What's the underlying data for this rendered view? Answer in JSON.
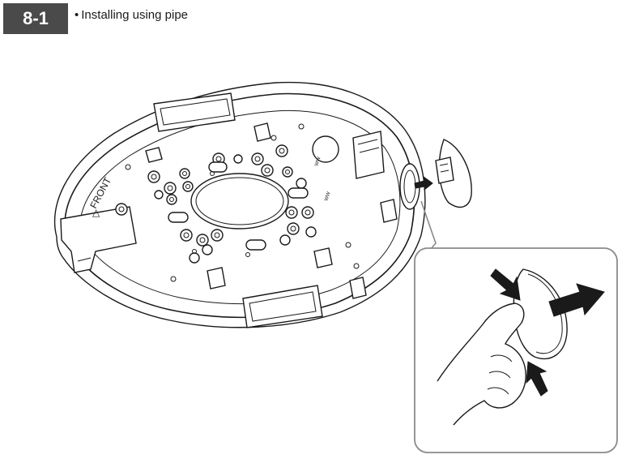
{
  "step": {
    "number": "8-1",
    "bullet": "•",
    "title": "Installing using pipe"
  },
  "diagram": {
    "front_label": "FRONT",
    "front_marker": "△",
    "small_markings": [
      "WW",
      "WW"
    ]
  },
  "colors": {
    "badge": "#4a4a4a",
    "line": "#1a1a1a",
    "callout": "#8a8a8a"
  }
}
